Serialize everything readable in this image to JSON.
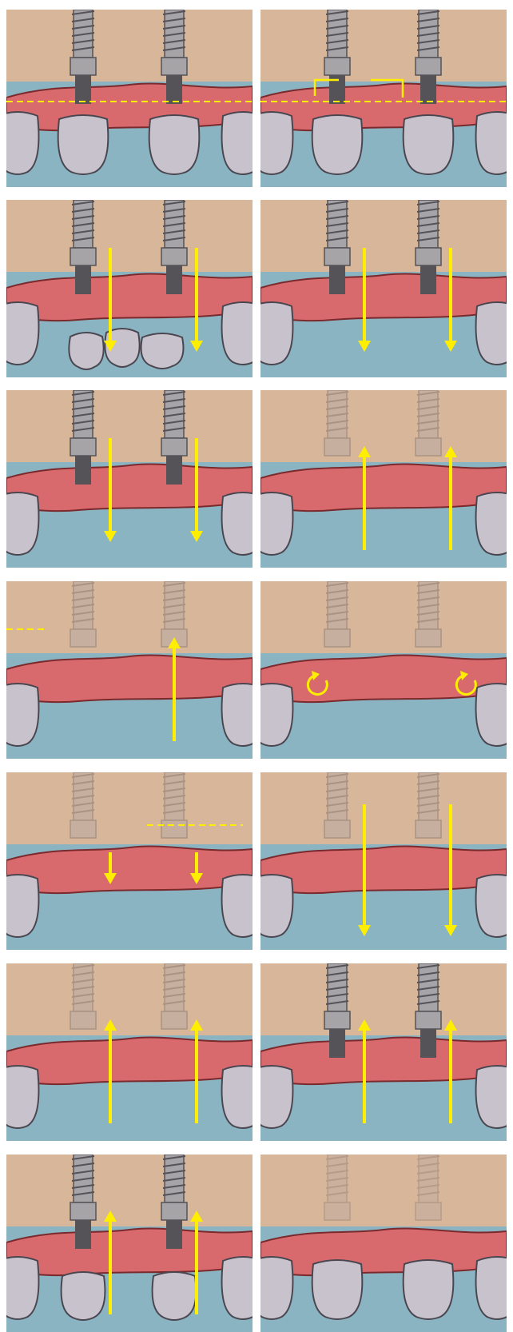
{
  "title": "",
  "colors": {
    "background": "#ffffff",
    "sky": "#8ab4c2",
    "gum": "#d86a6e",
    "gum_dark": "#7a2a2c",
    "tooth": "#c8c2cc",
    "tooth_edge": "#4a4650",
    "implant": "#a7a4a8",
    "implant_dark": "#555357",
    "bone": "#d8b69a",
    "arrow": "#ffee00"
  },
  "icons": [
    "arrow-down-icon",
    "arrow-up-icon",
    "rotate-arrow-icon",
    "dashed-line-icon",
    "bracket-icon"
  ],
  "panels": [
    {
      "id": 1,
      "scene": "implants-crowns",
      "implants": "full",
      "crowns": "on",
      "arrows": [],
      "dashed_line": "full",
      "brackets": false,
      "rotation": false
    },
    {
      "id": 2,
      "scene": "implants-crowns",
      "implants": "full",
      "crowns": "on",
      "arrows": [],
      "dashed_line": "full",
      "brackets": true,
      "rotation": false
    },
    {
      "id": 3,
      "scene": "crowns-removed",
      "implants": "full",
      "crowns": "removed",
      "arrows": [
        "down",
        "down"
      ],
      "dashed_line": "none",
      "brackets": false,
      "rotation": false
    },
    {
      "id": 4,
      "scene": "screws-removed",
      "implants": "full",
      "crowns": "off",
      "arrows": [
        "down",
        "down"
      ],
      "dashed_line": "none",
      "brackets": false,
      "rotation": false
    },
    {
      "id": 5,
      "scene": "abutments-removed",
      "implants": "full",
      "crowns": "off",
      "arrows": [
        "down",
        "down"
      ],
      "dashed_line": "none",
      "brackets": false,
      "rotation": false
    },
    {
      "id": 6,
      "scene": "analogs-inserted",
      "implants": "ghost",
      "crowns": "off",
      "arrows": [
        "up",
        "up"
      ],
      "dashed_line": "none",
      "brackets": false,
      "rotation": false
    },
    {
      "id": 7,
      "scene": "analog-screw",
      "implants": "ghost",
      "crowns": "off",
      "arrows": [
        "up"
      ],
      "dashed_line": "left-short",
      "brackets": false,
      "rotation": false
    },
    {
      "id": 8,
      "scene": "analog-turn",
      "implants": "ghost",
      "crowns": "off",
      "arrows": [],
      "dashed_line": "none",
      "brackets": false,
      "rotation": true
    },
    {
      "id": 9,
      "scene": "caps-seat",
      "implants": "ghost",
      "crowns": "off",
      "arrows": [
        "down-short",
        "down-short"
      ],
      "dashed_line": "right-short",
      "brackets": false,
      "rotation": false
    },
    {
      "id": 10,
      "scene": "screws-out",
      "implants": "ghost",
      "crowns": "off",
      "arrows": [
        "down-long",
        "down-long"
      ],
      "dashed_line": "none",
      "brackets": false,
      "rotation": false
    },
    {
      "id": 11,
      "scene": "abutments-up",
      "implants": "ghost",
      "crowns": "off",
      "arrows": [
        "up",
        "up"
      ],
      "dashed_line": "none",
      "brackets": false,
      "rotation": false
    },
    {
      "id": 12,
      "scene": "screws-up",
      "implants": "full",
      "crowns": "off",
      "arrows": [
        "up",
        "up"
      ],
      "dashed_line": "none",
      "brackets": false,
      "rotation": false
    },
    {
      "id": 13,
      "scene": "crowns-up",
      "implants": "full",
      "crowns": "partial",
      "arrows": [
        "up",
        "up"
      ],
      "dashed_line": "none",
      "brackets": false,
      "rotation": false
    },
    {
      "id": 14,
      "scene": "final",
      "implants": "faint",
      "crowns": "on",
      "arrows": [],
      "dashed_line": "none",
      "brackets": false,
      "rotation": false
    }
  ]
}
